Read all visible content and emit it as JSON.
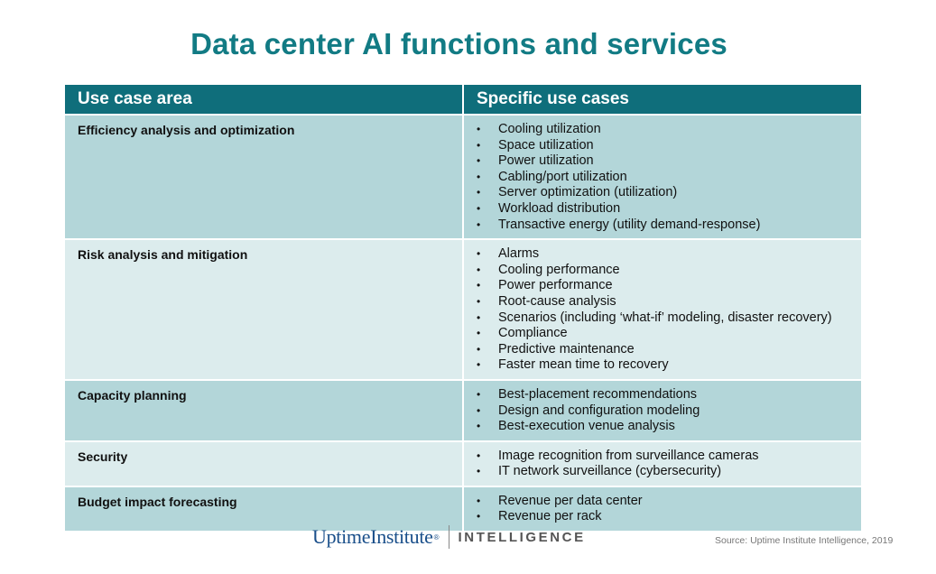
{
  "title": "Data center AI functions and services",
  "table": {
    "headers": [
      "Use case area",
      "Specific use cases"
    ],
    "rows": [
      {
        "area": "Efficiency analysis and optimization",
        "cases": [
          "Cooling utilization",
          "Space utilization",
          "Power utilization",
          "Cabling/port utilization",
          "Server optimization (utilization)",
          "Workload distribution",
          "Transactive energy (utility demand-response)"
        ]
      },
      {
        "area": "Risk analysis and mitigation",
        "cases": [
          "Alarms",
          "Cooling performance",
          "Power performance",
          "Root-cause analysis",
          "Scenarios (including ‘what-if’ modeling, disaster recovery)",
          "Compliance",
          "Predictive maintenance",
          "Faster mean time to recovery"
        ]
      },
      {
        "area": "Capacity planning",
        "cases": [
          "Best-placement recommendations",
          "Design and configuration modeling",
          "Best-execution venue analysis"
        ]
      },
      {
        "area": "Security",
        "cases": [
          "Image recognition from surveillance cameras",
          "IT network surveillance (cybersecurity)"
        ]
      },
      {
        "area": "Budget impact forecasting",
        "cases": [
          "Revenue per data center",
          "Revenue per rack"
        ]
      }
    ]
  },
  "footer": {
    "logo_word": "UptimeInstitute",
    "logo_reg": "®",
    "logo_suffix": "INTELLIGENCE",
    "source": "Source: Uptime Institute Intelligence, 2019"
  },
  "colors": {
    "title": "#127b84",
    "header_bg": "#0f6e7b",
    "row_dark": "#b3d6d9",
    "row_light": "#dceced",
    "logo": "#1a4f8a"
  }
}
